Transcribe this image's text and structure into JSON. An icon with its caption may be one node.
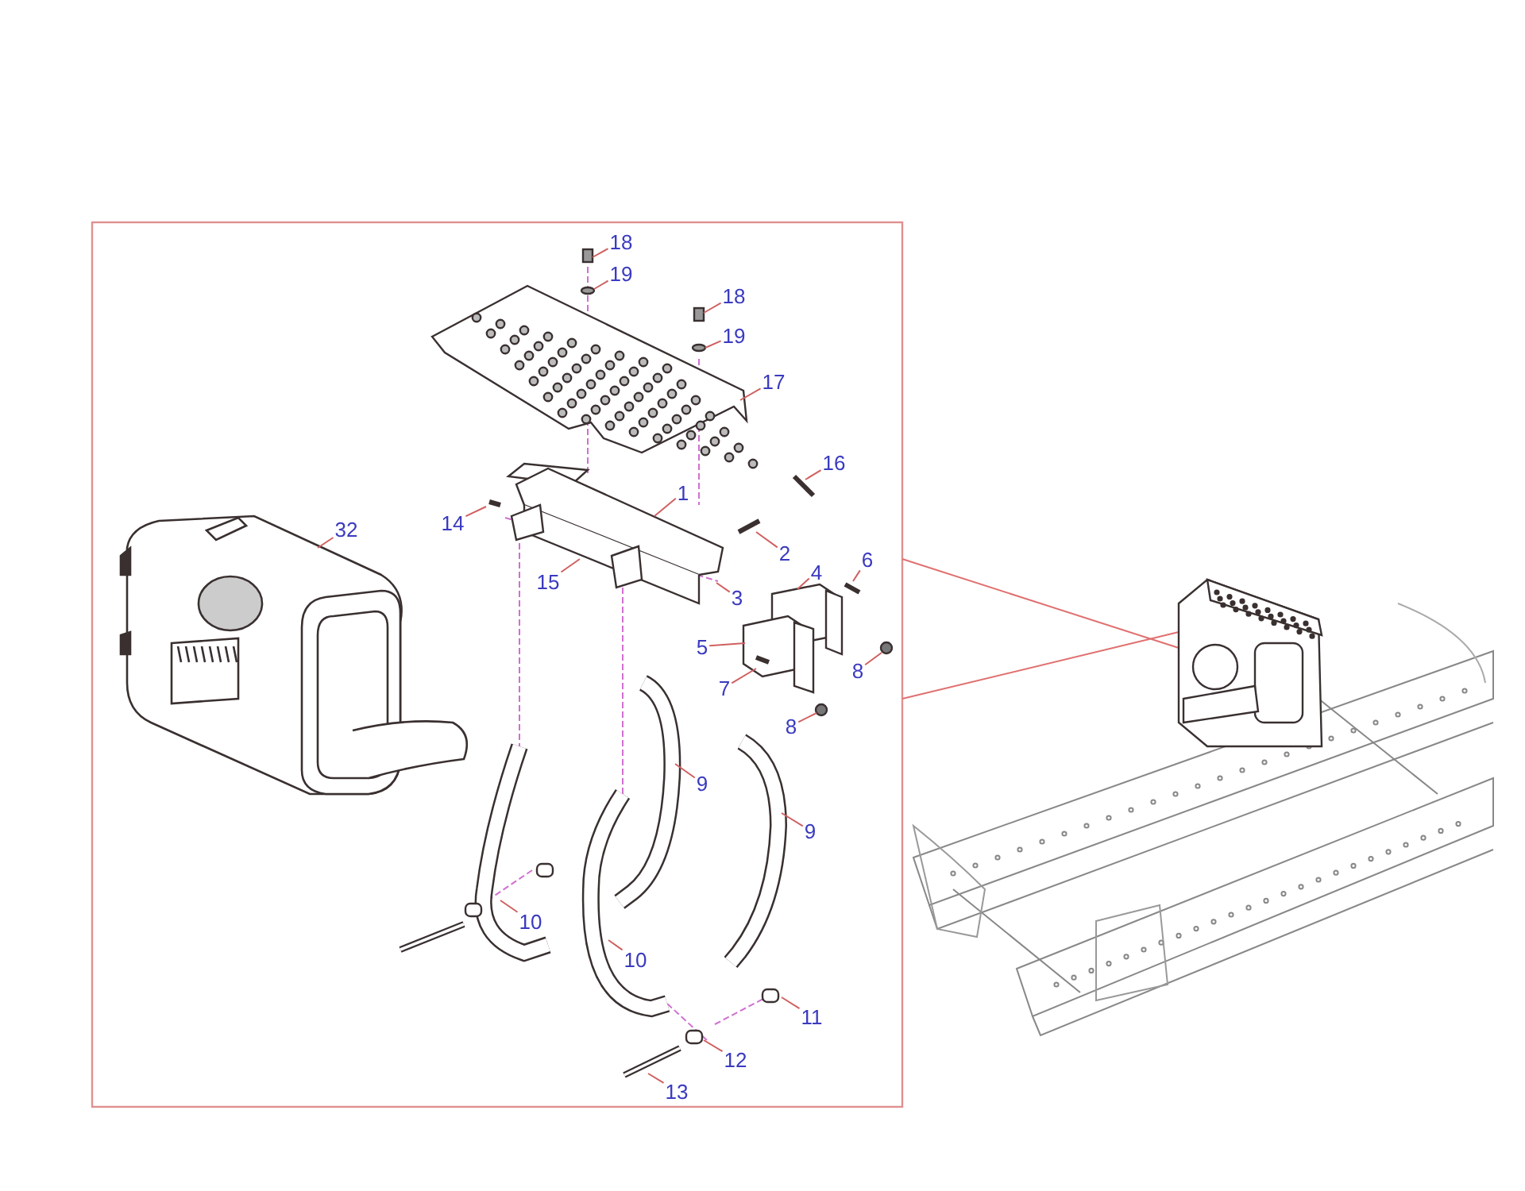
{
  "diagram": {
    "nodes": [
      {
        "text": [
          "18"
        ]
      },
      {
        "text": [
          "19"
        ]
      },
      {
        "text": [
          "18"
        ]
      },
      {
        "text": [
          "19"
        ]
      },
      {
        "text": [
          "17"
        ]
      },
      {
        "text": [
          "16"
        ]
      },
      {
        "text": [
          "32"
        ]
      },
      {
        "text": [
          "14"
        ]
      },
      {
        "text": [
          "1"
        ]
      },
      {
        "text": [
          "2"
        ]
      },
      {
        "text": [
          "6"
        ]
      },
      {
        "text": [
          "4"
        ]
      },
      {
        "text": [
          "15"
        ]
      },
      {
        "text": [
          "3"
        ]
      },
      {
        "text": [
          "5"
        ]
      },
      {
        "text": [
          "8"
        ]
      },
      {
        "text": [
          "7"
        ]
      },
      {
        "text": [
          "8"
        ]
      },
      {
        "text": [
          "9"
        ]
      },
      {
        "text": [
          "9"
        ]
      },
      {
        "text": [
          "10"
        ]
      },
      {
        "text": [
          "10"
        ]
      },
      {
        "text": [
          "11"
        ]
      },
      {
        "text": [
          "12"
        ]
      },
      {
        "text": [
          "13"
        ]
      }
    ],
    "edges": [
      {
        "from": 0,
        "to": null,
        "arrow": "none"
      },
      {
        "from": 1,
        "to": null,
        "arrow": "none"
      },
      {
        "from": 2,
        "to": null,
        "arrow": "none"
      },
      {
        "from": 3,
        "to": null,
        "arrow": "none"
      },
      {
        "from": 4,
        "to": null,
        "arrow": "none"
      },
      {
        "from": 5,
        "to": null,
        "arrow": "none"
      },
      {
        "from": 6,
        "to": null,
        "arrow": "none"
      },
      {
        "from": 7,
        "to": null,
        "arrow": "none"
      },
      {
        "from": 8,
        "to": null,
        "arrow": "none"
      },
      {
        "from": 9,
        "to": null,
        "arrow": "none"
      },
      {
        "from": 10,
        "to": null,
        "arrow": "none"
      },
      {
        "from": 11,
        "to": null,
        "arrow": "none"
      },
      {
        "from": 12,
        "to": null,
        "arrow": "none"
      },
      {
        "from": 13,
        "to": null,
        "arrow": "none"
      },
      {
        "from": 14,
        "to": null,
        "arrow": "none"
      },
      {
        "from": 15,
        "to": null,
        "arrow": "none"
      },
      {
        "from": 16,
        "to": null,
        "arrow": "none"
      },
      {
        "from": 17,
        "to": null,
        "arrow": "none"
      },
      {
        "from": 18,
        "to": null,
        "arrow": "none"
      },
      {
        "from": 19,
        "to": null,
        "arrow": "none"
      },
      {
        "from": 20,
        "to": null,
        "arrow": "none"
      },
      {
        "from": 21,
        "to": null,
        "arrow": "none"
      },
      {
        "from": 22,
        "to": null,
        "arrow": "none"
      },
      {
        "from": 23,
        "to": null,
        "arrow": "none"
      },
      {
        "from": 24,
        "to": null,
        "arrow": "none"
      }
    ]
  }
}
